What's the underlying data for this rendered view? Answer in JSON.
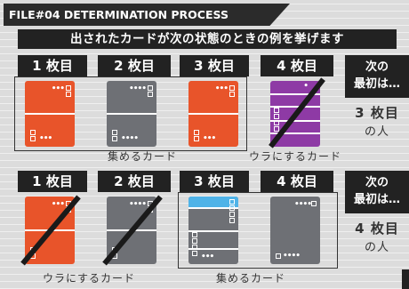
{
  "file_tab": "FILE#04 DETERMINATION PROCESS",
  "header": "出されたカードが次の状態のときの例を挙げます",
  "row1": {
    "labels": [
      "1 枚目",
      "2 枚目",
      "3 枚目",
      "4 枚目"
    ],
    "caption_collected": "集めるカード",
    "caption_discard": "ウラにするカード",
    "side_title": "次の\n最初は…",
    "result_big": "3 枚目",
    "result_small": "の人"
  },
  "row2": {
    "labels": [
      "1 枚目",
      "2 枚目",
      "3 枚目",
      "4 枚目"
    ],
    "caption_discard": "ウラにするカード",
    "caption_collected": "集めるカード",
    "side_title": "次の\n最初は…",
    "result_big": "4 枚目",
    "result_small": "の人"
  },
  "colors": {
    "orange": "#e8542a",
    "gray": "#6e7075",
    "purple": "#8e3aa5",
    "cyan": "#4fb3e8",
    "dark": "#222222"
  }
}
